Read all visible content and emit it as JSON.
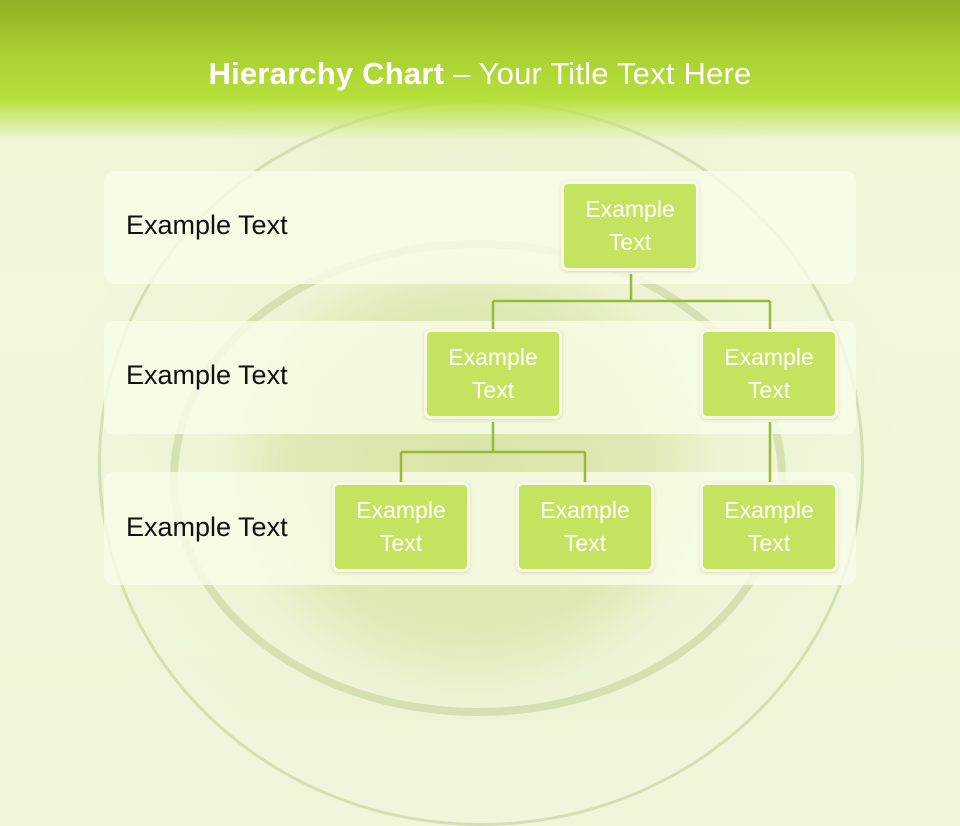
{
  "title": {
    "bold": "Hierarchy Chart",
    "rest": " – Your Title Text Here"
  },
  "levels": [
    {
      "label": "Example Text"
    },
    {
      "label": "Example Text"
    },
    {
      "label": "Example Text"
    }
  ],
  "nodes": {
    "root": "Example Text",
    "child_left": "Example Text",
    "child_right": "Example Text",
    "grandchild_1": "Example Text",
    "grandchild_2": "Example Text",
    "grandchild_3": "Example Text"
  },
  "colors": {
    "header": "#a8cf30",
    "node_fill": "#c5e35e",
    "node_border": "#f7fbe6",
    "connector": "#9ab83a",
    "band": "#f8fce8"
  }
}
